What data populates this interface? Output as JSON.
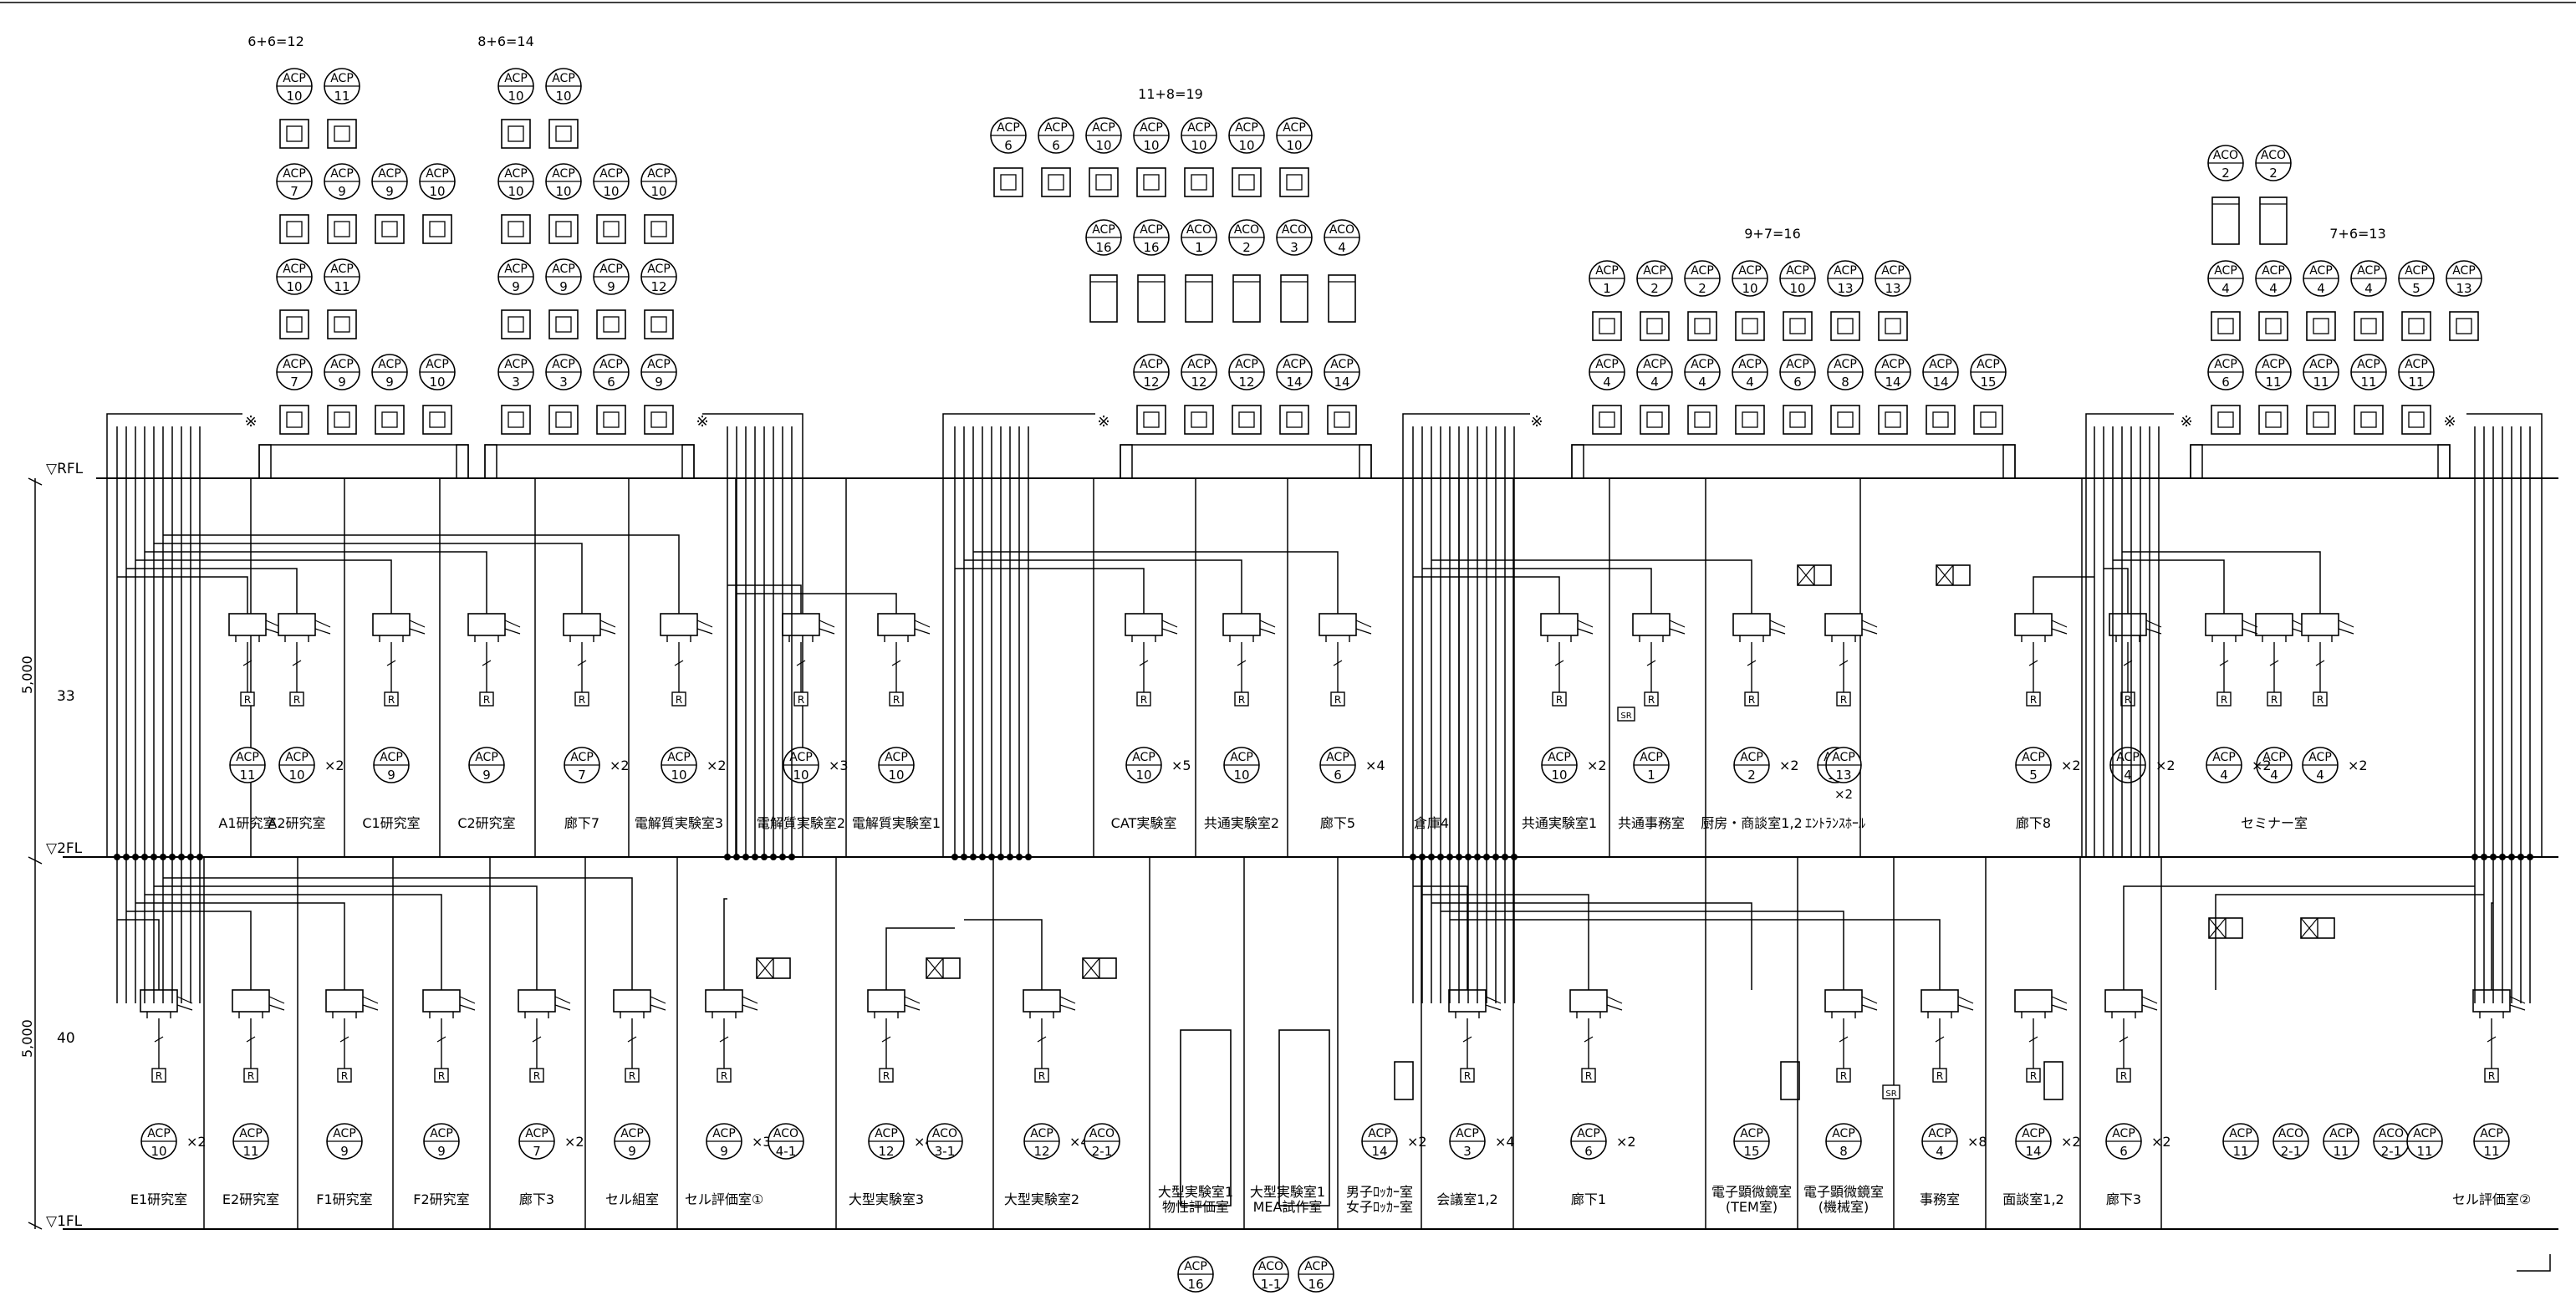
{
  "levels": {
    "rfl": "▽RFL",
    "f2": "▽2FL",
    "f1": "▽1FL",
    "dim_upper": "5,000",
    "dim_lower": "5,000",
    "count_upper": "33",
    "count_lower": "40"
  },
  "roof_groups": [
    {
      "total": "6+6=12"
    },
    {
      "total": "8+6=14"
    },
    {
      "total": "11+8=19"
    },
    {
      "total": "9+7=16"
    },
    {
      "total": "7+6=13"
    }
  ],
  "roof_units": {
    "g1": [
      [
        "ACP",
        "10"
      ],
      [
        "ACP",
        "11"
      ],
      [
        "ACP",
        "7"
      ],
      [
        "ACP",
        "9"
      ],
      [
        "ACP",
        "9"
      ],
      [
        "ACP",
        "10"
      ],
      [
        "ACP",
        "10"
      ],
      [
        "ACP",
        "11"
      ],
      [
        "ACP",
        "7"
      ],
      [
        "ACP",
        "9"
      ],
      [
        "ACP",
        "9"
      ],
      [
        "ACP",
        "10"
      ]
    ],
    "g2": [
      [
        "ACP",
        "10"
      ],
      [
        "ACP",
        "10"
      ],
      [
        "ACP",
        "10"
      ],
      [
        "ACP",
        "10"
      ],
      [
        "ACP",
        "10"
      ],
      [
        "ACP",
        "10"
      ],
      [
        "ACP",
        "9"
      ],
      [
        "ACP",
        "9"
      ],
      [
        "ACP",
        "9"
      ],
      [
        "ACP",
        "12"
      ],
      [
        "ACP",
        "3"
      ],
      [
        "ACP",
        "3"
      ],
      [
        "ACP",
        "6"
      ],
      [
        "ACP",
        "9"
      ]
    ],
    "g3a": [
      [
        "ACP",
        "6"
      ],
      [
        "ACP",
        "6"
      ],
      [
        "ACP",
        "10"
      ],
      [
        "ACP",
        "10"
      ],
      [
        "ACP",
        "10"
      ],
      [
        "ACP",
        "10"
      ],
      [
        "ACP",
        "10"
      ]
    ],
    "g3b": [
      [
        "ACP",
        "16"
      ],
      [
        "ACP",
        "16"
      ],
      [
        "ACO",
        "1"
      ],
      [
        "ACO",
        "2"
      ],
      [
        "ACO",
        "3"
      ],
      [
        "ACO",
        "4"
      ]
    ],
    "g3c": [
      [
        "ACP",
        "12"
      ],
      [
        "ACP",
        "12"
      ],
      [
        "ACP",
        "12"
      ],
      [
        "ACP",
        "14"
      ],
      [
        "ACP",
        "14"
      ]
    ],
    "g4a": [
      [
        "ACP",
        "1"
      ],
      [
        "ACP",
        "2"
      ],
      [
        "ACP",
        "2"
      ],
      [
        "ACP",
        "10"
      ],
      [
        "ACP",
        "10"
      ],
      [
        "ACP",
        "13"
      ],
      [
        "ACP",
        "13"
      ]
    ],
    "g4b": [
      [
        "ACP",
        "4"
      ],
      [
        "ACP",
        "4"
      ],
      [
        "ACP",
        "4"
      ],
      [
        "ACP",
        "4"
      ],
      [
        "ACP",
        "6"
      ],
      [
        "ACP",
        "8"
      ],
      [
        "ACP",
        "14"
      ],
      [
        "ACP",
        "14"
      ],
      [
        "ACP",
        "15"
      ]
    ],
    "g5top": [
      [
        "ACO",
        "2"
      ],
      [
        "ACO",
        "2"
      ]
    ],
    "g5a": [
      [
        "ACP",
        "4"
      ],
      [
        "ACP",
        "4"
      ],
      [
        "ACP",
        "4"
      ],
      [
        "ACP",
        "4"
      ],
      [
        "ACP",
        "5"
      ],
      [
        "ACP",
        "13"
      ]
    ],
    "g5b": [
      [
        "ACP",
        "6"
      ],
      [
        "ACP",
        "11"
      ],
      [
        "ACP",
        "11"
      ],
      [
        "ACP",
        "11"
      ],
      [
        "ACP",
        "11"
      ]
    ]
  },
  "floor2_rooms": [
    {
      "name": "A1研究室",
      "tag": "ACP",
      "num": "11",
      "mult": ""
    },
    {
      "name": "A2研究室",
      "tag": "ACP",
      "num": "10",
      "mult": "×2"
    },
    {
      "name": "C1研究室",
      "tag": "ACP",
      "num": "9",
      "mult": ""
    },
    {
      "name": "C2研究室",
      "tag": "ACP",
      "num": "9",
      "mult": ""
    },
    {
      "name": "廊下7",
      "tag": "ACP",
      "num": "7",
      "mult": "×2"
    },
    {
      "name": "電解質実験室3",
      "tag": "ACP",
      "num": "10",
      "mult": "×2"
    },
    {
      "name": "電解質実験室2",
      "tag": "ACP",
      "num": "10",
      "mult": "×3"
    },
    {
      "name": "電解質実験室1",
      "tag": "ACP",
      "num": "10",
      "mult": ""
    },
    {
      "name": "CAT実験室",
      "tag": "ACP",
      "num": "10",
      "mult": "×5"
    },
    {
      "name": "共通実験室2",
      "tag": "ACP",
      "num": "10",
      "mult": ""
    },
    {
      "name": "廊下5",
      "tag": "ACP",
      "num": "6",
      "mult": "×4"
    },
    {
      "name": "倉庫4",
      "tag": "",
      "num": "",
      "mult": ""
    },
    {
      "name": "共通実験室1",
      "tag": "ACP",
      "num": "10",
      "mult": "×2"
    },
    {
      "name": "共通事務室",
      "tag": "ACP",
      "num": "1",
      "mult": ""
    },
    {
      "name": "厨房・商談室1,2",
      "tag": "ACP",
      "num": "2",
      "mult": "×2"
    },
    {
      "name": "ｴﾝﾄﾗﾝｽﾎｰﾙ",
      "tag": "ACP",
      "num": "13",
      "mult": ""
    },
    {
      "name": "廊下8",
      "tag": "ACP",
      "num": "5",
      "mult": "×2"
    },
    {
      "name": "セミナー室",
      "tag": "ACP",
      "num": "4",
      "mult": "×2"
    }
  ],
  "floor2_extra": [
    {
      "tag": "ACP",
      "num": "13",
      "mult": "×2"
    },
    {
      "tag": "ACP",
      "num": "4",
      "mult": "×2"
    },
    {
      "tag": "ACP",
      "num": "4",
      "mult": "×2"
    },
    {
      "tag": "ACP",
      "num": "4",
      "mult": "×2"
    }
  ],
  "floor1_rooms": [
    {
      "name": "E1研究室",
      "tag": "ACP",
      "num": "10",
      "mult": "×2"
    },
    {
      "name": "E2研究室",
      "tag": "ACP",
      "num": "11",
      "mult": ""
    },
    {
      "name": "F1研究室",
      "tag": "ACP",
      "num": "9",
      "mult": ""
    },
    {
      "name": "F2研究室",
      "tag": "ACP",
      "num": "9",
      "mult": ""
    },
    {
      "name": "廊下3",
      "tag": "ACP",
      "num": "7",
      "mult": "×2"
    },
    {
      "name": "セル組室",
      "tag": "ACP",
      "num": "9",
      "mult": ""
    },
    {
      "name": "セル評価室①",
      "tag": "ACP",
      "num": "9",
      "mult": "×3"
    },
    {
      "name": "大型実験室3",
      "tag": "ACP",
      "num": "12",
      "mult": "×4"
    },
    {
      "name": "大型実験室2",
      "tag": "ACP",
      "num": "12",
      "mult": "×4"
    },
    {
      "name": "大型実験室1\n物性評価室",
      "tag": "",
      "num": "",
      "mult": ""
    },
    {
      "name": "大型実験室1\nMEA試作室",
      "tag": "",
      "num": "",
      "mult": ""
    },
    {
      "name": "男子ﾛｯｶｰ室\n女子ﾛｯｶｰ室",
      "tag": "ACP",
      "num": "14",
      "mult": "×2"
    },
    {
      "name": "会議室1,2",
      "tag": "ACP",
      "num": "3",
      "mult": "×4"
    },
    {
      "name": "廊下1",
      "tag": "ACP",
      "num": "6",
      "mult": "×2"
    },
    {
      "name": "電子顕微鏡室\n(TEM室)",
      "tag": "ACP",
      "num": "15",
      "mult": ""
    },
    {
      "name": "電子顕微鏡室\n(機械室)",
      "tag": "ACP",
      "num": "8",
      "mult": ""
    },
    {
      "name": "事務室",
      "tag": "ACP",
      "num": "4",
      "mult": "×8"
    },
    {
      "name": "面談室1,2",
      "tag": "ACP",
      "num": "14",
      "mult": "×2"
    },
    {
      "name": "廊下3",
      "tag": "ACP",
      "num": "6",
      "mult": "×2"
    },
    {
      "name": "セル評価室②",
      "tag": "ACP",
      "num": "11",
      "mult": ""
    }
  ],
  "floor1_extra": [
    {
      "tag": "ACP",
      "num": "6",
      "mult": "×2"
    },
    {
      "tag": "ACO",
      "num": "4-1",
      "mult": ""
    },
    {
      "tag": "ACO",
      "num": "3-1",
      "mult": ""
    },
    {
      "tag": "ACO",
      "num": "2-1",
      "mult": ""
    },
    {
      "tag": "ACP",
      "num": "11",
      "mult": ""
    },
    {
      "tag": "ACO",
      "num": "2-1",
      "mult": ""
    },
    {
      "tag": "ACP",
      "num": "11",
      "mult": ""
    },
    {
      "tag": "ACO",
      "num": "2-1",
      "mult": ""
    },
    {
      "tag": "ACP",
      "num": "11",
      "mult": ""
    }
  ],
  "bottom_units": [
    [
      "ACP",
      "16"
    ],
    [
      "ACO",
      "1-1"
    ],
    [
      "ACP",
      "16"
    ]
  ],
  "symbols": {
    "remote": "R",
    "sr": "SR",
    "mark": "※"
  }
}
